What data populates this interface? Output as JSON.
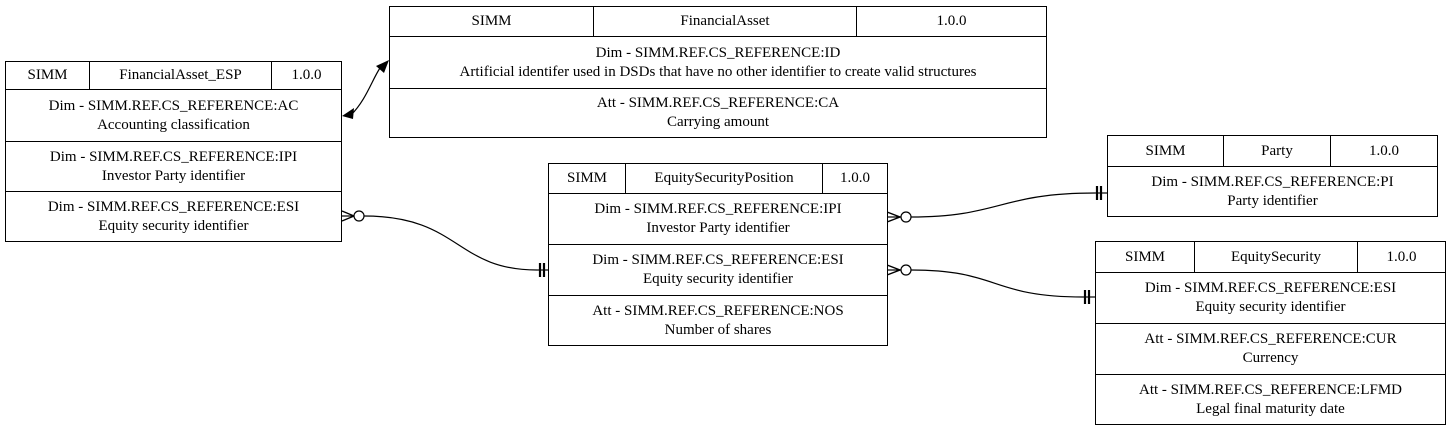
{
  "entities": {
    "financial_asset_esp": {
      "scheme": "SIMM",
      "name": "FinancialAsset_ESP",
      "version": "1.0.0",
      "rows": [
        {
          "code": "Dim - SIMM.REF.CS_REFERENCE:AC",
          "desc": "Accounting classification"
        },
        {
          "code": "Dim - SIMM.REF.CS_REFERENCE:IPI",
          "desc": "Investor Party identifier"
        },
        {
          "code": "Dim - SIMM.REF.CS_REFERENCE:ESI",
          "desc": "Equity security identifier"
        }
      ]
    },
    "financial_asset": {
      "scheme": "SIMM",
      "name": "FinancialAsset",
      "version": "1.0.0",
      "rows": [
        {
          "code": "Dim - SIMM.REF.CS_REFERENCE:ID",
          "desc": "Artificial identifer used in DSDs that have no other identifier to create valid structures"
        },
        {
          "code": "Att - SIMM.REF.CS_REFERENCE:CA",
          "desc": "Carrying amount"
        }
      ]
    },
    "equity_security_position": {
      "scheme": "SIMM",
      "name": "EquitySecurityPosition",
      "version": "1.0.0",
      "rows": [
        {
          "code": "Dim - SIMM.REF.CS_REFERENCE:IPI",
          "desc": "Investor Party identifier"
        },
        {
          "code": "Dim - SIMM.REF.CS_REFERENCE:ESI",
          "desc": "Equity security identifier"
        },
        {
          "code": "Att - SIMM.REF.CS_REFERENCE:NOS",
          "desc": "Number of shares"
        }
      ]
    },
    "party": {
      "scheme": "SIMM",
      "name": "Party",
      "version": "1.0.0",
      "rows": [
        {
          "code": "Dim - SIMM.REF.CS_REFERENCE:PI",
          "desc": "Party identifier"
        }
      ]
    },
    "equity_security": {
      "scheme": "SIMM",
      "name": "EquitySecurity",
      "version": "1.0.0",
      "rows": [
        {
          "code": "Dim - SIMM.REF.CS_REFERENCE:ESI",
          "desc": "Equity security identifier"
        },
        {
          "code": "Att - SIMM.REF.CS_REFERENCE:CUR",
          "desc": "Currency"
        },
        {
          "code": "Att - SIMM.REF.CS_REFERENCE:LFMD",
          "desc": "Legal final maturity date"
        }
      ]
    }
  },
  "relationships": [
    {
      "from": "financial_asset_esp.AC",
      "to": "financial_asset",
      "from_end": "arrow",
      "to_end": "arrow"
    },
    {
      "from": "financial_asset_esp.ESI",
      "to": "equity_security_position.ESI",
      "from_end": "crow-zero-or-many",
      "to_end": "exactly-one"
    },
    {
      "from": "equity_security_position.IPI",
      "to": "party.PI",
      "from_end": "crow-zero-or-many",
      "to_end": "exactly-one"
    },
    {
      "from": "equity_security_position.ESI",
      "to": "equity_security.ESI",
      "from_end": "crow-zero-or-many",
      "to_end": "exactly-one"
    }
  ]
}
